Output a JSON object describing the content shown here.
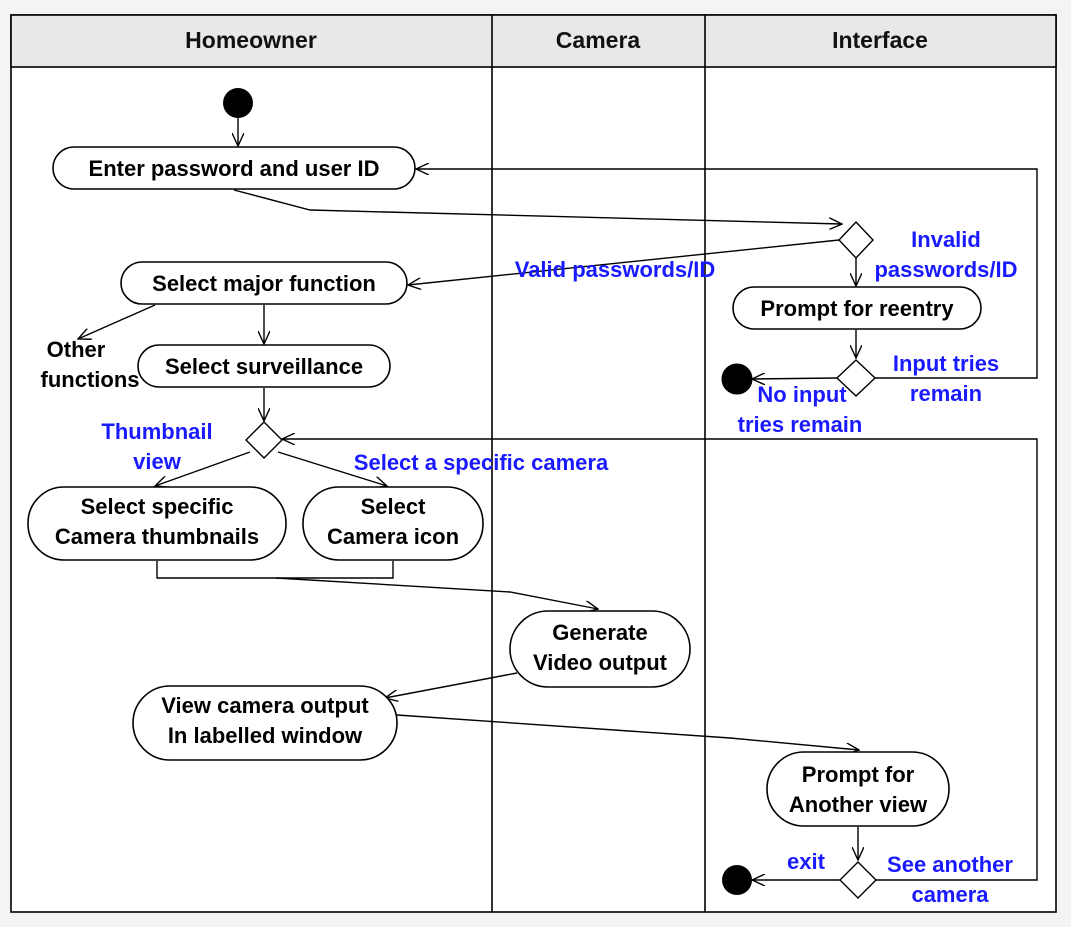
{
  "lanes": {
    "homeowner": "Homeowner",
    "camera": "Camera",
    "interface": "Interface"
  },
  "nodes": {
    "enter_password": "Enter password and user ID",
    "select_major": "Select major function",
    "prompt_reentry": "Prompt for reentry",
    "select_surveillance": "Select surveillance",
    "select_thumbnails_1": "Select specific",
    "select_thumbnails_2": "Camera thumbnails",
    "select_icon_1": "Select",
    "select_icon_2": "Camera icon",
    "generate_1": "Generate",
    "generate_2": "Video output",
    "view_output_1": "View camera output",
    "view_output_2": "In labelled window",
    "prompt_another_1": "Prompt for",
    "prompt_another_2": "Another view"
  },
  "labels": {
    "other_functions_1": "Other",
    "other_functions_2": "functions"
  },
  "guards": {
    "invalid_1": "Invalid",
    "invalid_2": "passwords/ID",
    "valid": "Valid passwords/ID",
    "input_tries_1": "Input tries",
    "input_tries_2": "remain",
    "no_input_1": "No input",
    "no_input_2": "tries remain",
    "thumbnail_1": "Thumbnail",
    "thumbnail_2": "view",
    "specific_camera": "Select a specific camera",
    "exit": "exit",
    "see_another_1": "See another",
    "see_another_2": "camera"
  },
  "colors": {
    "guard_text": "#1a1aff",
    "header_fill": "#e8e8e8",
    "background": "#f4f4f4"
  }
}
